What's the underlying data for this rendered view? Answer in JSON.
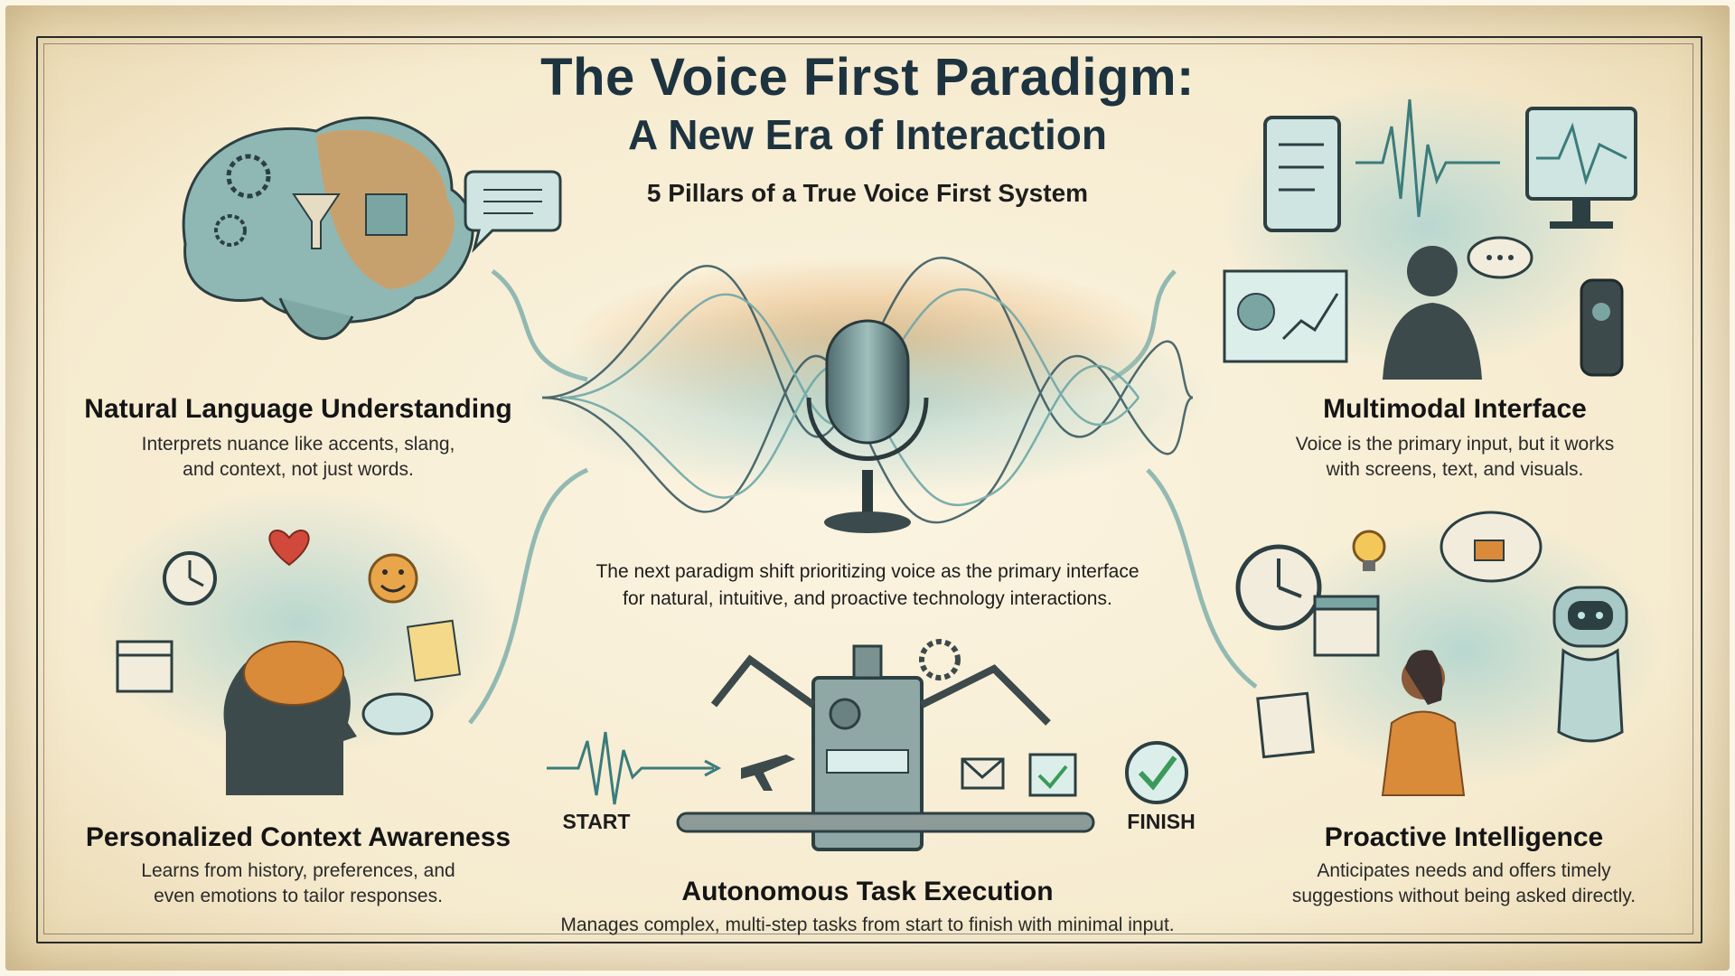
{
  "header": {
    "title_line1": "The Voice First Paradigm:",
    "title_line2": "A New Era of Interaction",
    "subtitle": "5 Pillars of a True Voice First System"
  },
  "center": {
    "description_line1": "The next paradigm shift prioritizing voice as the primary interface",
    "description_line2": "for natural, intuitive, and proactive technology interactions."
  },
  "pillars": [
    {
      "title": "Natural Language Understanding",
      "description_line1": "Interprets nuance like accents, slang,",
      "description_line2": "and context, not just words."
    },
    {
      "title": "Multimodal Interface",
      "description_line1": "Voice is the primary input, but it works",
      "description_line2": "with screens, text, and visuals."
    },
    {
      "title": "Personalized Context Awareness",
      "description_line1": "Learns from history, preferences, and",
      "description_line2": "even emotions to tailor responses."
    },
    {
      "title": "Autonomous Task Execution",
      "description_line1": "Manages complex, multi-step tasks from start to finish with minimal input."
    },
    {
      "title": "Proactive Intelligence",
      "description_line1": "Anticipates needs and offers timely",
      "description_line2": "suggestions without being asked directly."
    }
  ],
  "flow": {
    "start_label": "START",
    "finish_label": "FINISH"
  },
  "icons": [
    "brain-gears-icon",
    "speech-bubble-icon",
    "microphone-icon",
    "sound-wave-icon",
    "tablet-icon",
    "monitor-icon",
    "dashboard-icon",
    "person-silhouette-icon",
    "smart-speaker-icon",
    "clock-icon",
    "heart-icon",
    "smiley-icon",
    "calendar-icon",
    "head-brain-icon",
    "robot-arm-icon",
    "gear-icon",
    "airplane-icon",
    "envelope-icon",
    "checkmark-icon",
    "lightbulb-icon",
    "coffee-cup-icon",
    "robot-assistant-icon",
    "notepad-icon",
    "woman-figure-icon"
  ],
  "colors": {
    "paper": "#f6ebcf",
    "teal": "#5f9ea0",
    "teal_light": "#a9d2cf",
    "orange": "#d98b3a",
    "ink": "#1e3340"
  }
}
